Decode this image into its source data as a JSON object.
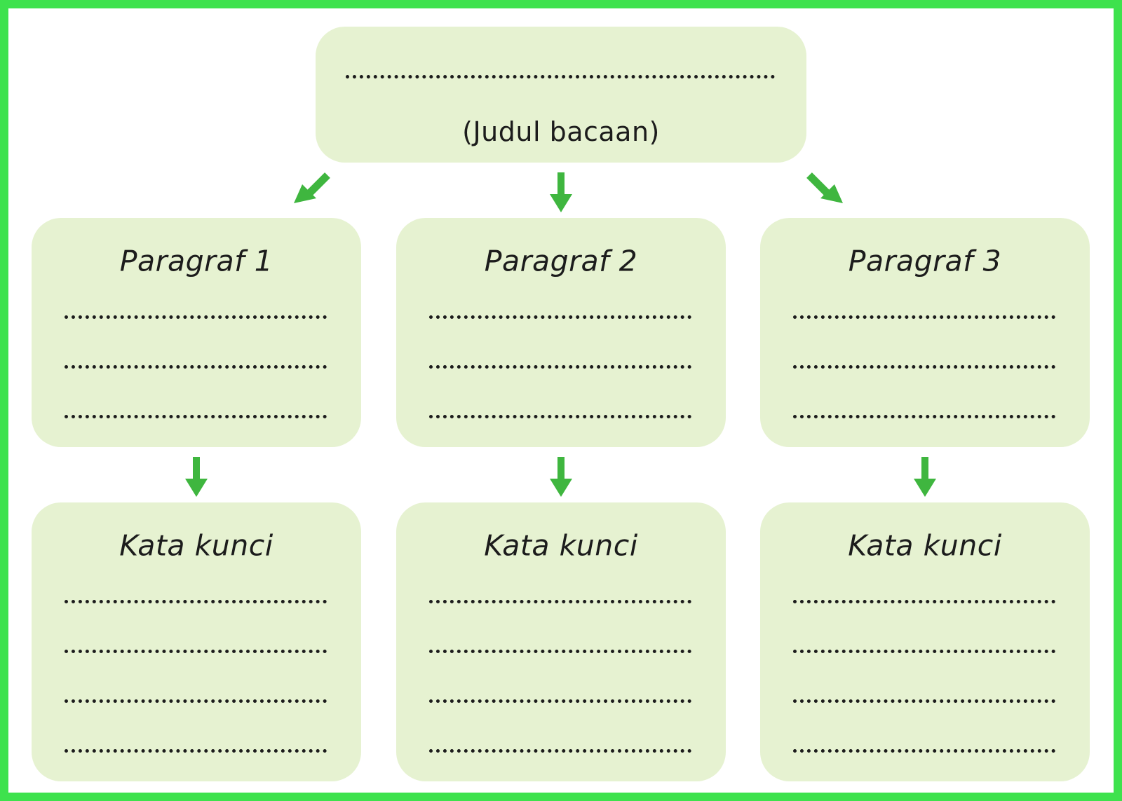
{
  "title_box": {
    "placeholder": "........................................................",
    "label": "(Judul bacaan)"
  },
  "paragraphs": [
    {
      "label": "Paragraf 1",
      "lines": [
        "..................................",
        "..................................",
        ".................................."
      ]
    },
    {
      "label": "Paragraf 2",
      "lines": [
        "..................................",
        "..................................",
        ".................................."
      ]
    },
    {
      "label": "Paragraf 3",
      "lines": [
        "..................................",
        "..................................",
        ".................................."
      ]
    }
  ],
  "keywords": [
    {
      "label": "Kata kunci",
      "lines": [
        "..................................",
        "..................................",
        "..................................",
        ".................................."
      ]
    },
    {
      "label": "Kata kunci",
      "lines": [
        "..................................",
        "..................................",
        "..................................",
        ".................................."
      ]
    },
    {
      "label": "Kata kunci",
      "lines": [
        "..................................",
        "..................................",
        "..................................",
        ".................................."
      ]
    }
  ],
  "colors": {
    "frame": "#3ee24d",
    "box_fill": "#e6f2d1",
    "arrow": "#3fb63f",
    "text": "#1c1c1c"
  },
  "icons": [
    "arrow-down-left-icon",
    "arrow-down-icon",
    "arrow-down-right-icon"
  ]
}
